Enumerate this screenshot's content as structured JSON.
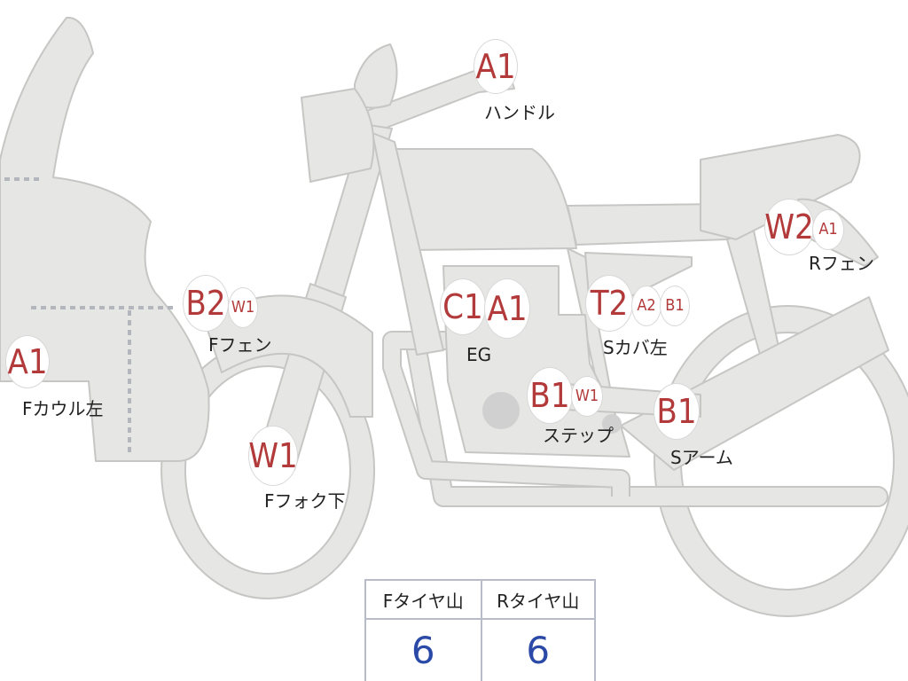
{
  "colors": {
    "body_fill": "#e6e6e4",
    "body_stroke": "#c6c6c4",
    "grade_text": "#b23a3a",
    "dotted_line": "#b4b6be",
    "tread_value": "#2b4aa8",
    "engine_dot": "#d0d0d0"
  },
  "parts": [
    {
      "id": "handle",
      "grade": "A1",
      "label": "ハンドル"
    },
    {
      "id": "f-cowl-left",
      "grade": "A1",
      "label": "Fカウル左"
    },
    {
      "id": "f-fender",
      "grade": "B2",
      "sub": "W1",
      "label": "Fフェン"
    },
    {
      "id": "f-fork-lower",
      "grade": "W1",
      "label": "Fフォク下"
    },
    {
      "id": "engine",
      "grade": "C1",
      "grade2": "A1",
      "label": "EG"
    },
    {
      "id": "side-cover-left",
      "grade": "T2",
      "sub": "A2",
      "sub2": "B1",
      "label": "Sカバ左"
    },
    {
      "id": "step",
      "grade": "B1",
      "sub": "W1",
      "label": "ステップ"
    },
    {
      "id": "swing-arm",
      "grade": "B1",
      "label": "Sアーム"
    },
    {
      "id": "r-fender",
      "grade": "W2",
      "sub": "A1",
      "label": "Rフェン"
    }
  ],
  "tread": {
    "front_label": "Fタイヤ山",
    "rear_label": "Rタイヤ山",
    "front_value": "6",
    "rear_value": "6"
  }
}
